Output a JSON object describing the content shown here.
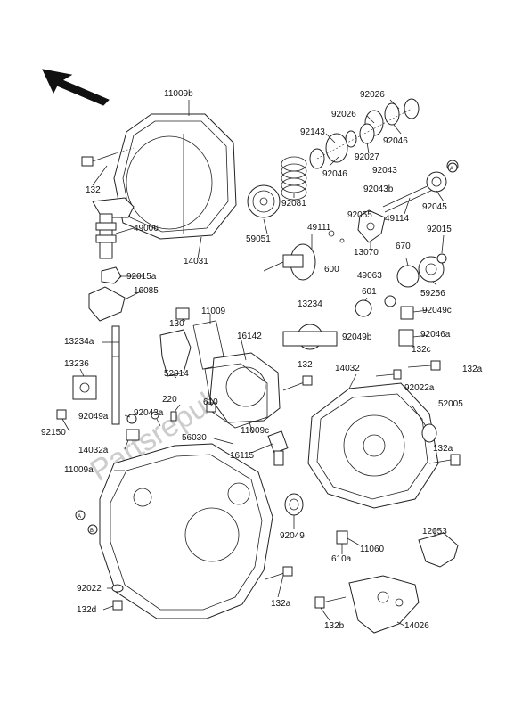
{
  "watermark": "Partsrepublik",
  "ref_markers": {
    "a": "A",
    "b": "B"
  },
  "labels": [
    {
      "id": "l1",
      "text": "11009b"
    },
    {
      "id": "l2",
      "text": "132"
    },
    {
      "id": "l3",
      "text": "49006"
    },
    {
      "id": "l4",
      "text": "92015a"
    },
    {
      "id": "l5",
      "text": "16085"
    },
    {
      "id": "l6",
      "text": "14031"
    },
    {
      "id": "l7",
      "text": "92026"
    },
    {
      "id": "l8",
      "text": "92026"
    },
    {
      "id": "l9",
      "text": "92143"
    },
    {
      "id": "l10",
      "text": "92046"
    },
    {
      "id": "l11",
      "text": "92027"
    },
    {
      "id": "l12",
      "text": "92046"
    },
    {
      "id": "l13",
      "text": "92043"
    },
    {
      "id": "l14",
      "text": "92043b"
    },
    {
      "id": "l15",
      "text": "92045"
    },
    {
      "id": "l16",
      "text": "49114"
    },
    {
      "id": "l17",
      "text": "92081"
    },
    {
      "id": "l18",
      "text": "59051"
    },
    {
      "id": "l19",
      "text": "49111"
    },
    {
      "id": "l20",
      "text": "92055"
    },
    {
      "id": "l21",
      "text": "13070"
    },
    {
      "id": "l22",
      "text": "670"
    },
    {
      "id": "l23",
      "text": "92015"
    },
    {
      "id": "l24",
      "text": "600"
    },
    {
      "id": "l25",
      "text": "49063"
    },
    {
      "id": "l26",
      "text": "59256"
    },
    {
      "id": "l27",
      "text": "601"
    },
    {
      "id": "l28",
      "text": "92049c"
    },
    {
      "id": "l29",
      "text": "13234"
    },
    {
      "id": "l30",
      "text": "92049b"
    },
    {
      "id": "l31",
      "text": "92046a"
    },
    {
      "id": "l32",
      "text": "130"
    },
    {
      "id": "l33",
      "text": "11009"
    },
    {
      "id": "l34",
      "text": "16142"
    },
    {
      "id": "l35",
      "text": "13234a"
    },
    {
      "id": "l36",
      "text": "52014"
    },
    {
      "id": "l37",
      "text": "132"
    },
    {
      "id": "l38",
      "text": "14032"
    },
    {
      "id": "l39",
      "text": "132c"
    },
    {
      "id": "l40",
      "text": "132a"
    },
    {
      "id": "l41",
      "text": "13236"
    },
    {
      "id": "l42",
      "text": "92022a"
    },
    {
      "id": "l43",
      "text": "220"
    },
    {
      "id": "l44",
      "text": "610"
    },
    {
      "id": "l45",
      "text": "52005"
    },
    {
      "id": "l46",
      "text": "92049a"
    },
    {
      "id": "l47",
      "text": "92043a"
    },
    {
      "id": "l48",
      "text": "92150"
    },
    {
      "id": "l49",
      "text": "11009c"
    },
    {
      "id": "l50",
      "text": "14032a"
    },
    {
      "id": "l51",
      "text": "56030"
    },
    {
      "id": "l52",
      "text": "16115"
    },
    {
      "id": "l53",
      "text": "132a"
    },
    {
      "id": "l54",
      "text": "11009a"
    },
    {
      "id": "l55",
      "text": "92049"
    },
    {
      "id": "l56",
      "text": "610a"
    },
    {
      "id": "l57",
      "text": "11060"
    },
    {
      "id": "l58",
      "text": "12053"
    },
    {
      "id": "l59",
      "text": "92022"
    },
    {
      "id": "l60",
      "text": "132a"
    },
    {
      "id": "l61",
      "text": "132d"
    },
    {
      "id": "l62",
      "text": "132b"
    },
    {
      "id": "l63",
      "text": "14026"
    }
  ]
}
